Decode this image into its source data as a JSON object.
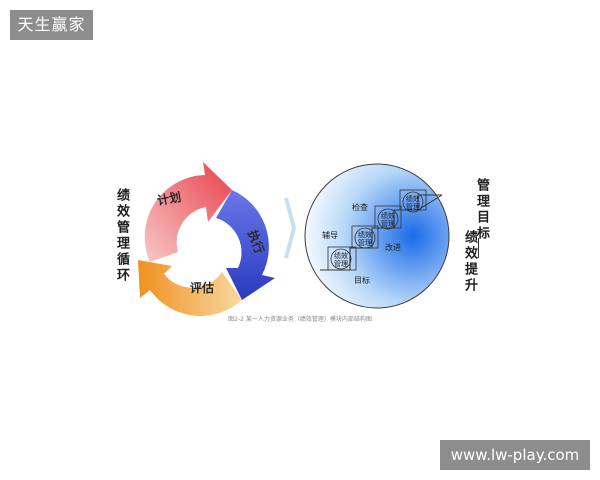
{
  "watermarks": {
    "top_left": "天生赢家",
    "bottom_right": "www.lw-play.com"
  },
  "left_diagram": {
    "side_label": "绩效管理循环",
    "stages": [
      "计划",
      "执行",
      "评估"
    ],
    "colors": {
      "plan": "#e8505a",
      "execute": "#4a5ad8",
      "evaluate": "#f0a030"
    }
  },
  "right_diagram": {
    "side_label_top": "管理目标",
    "side_label_bottom": "绩效提升",
    "steps": [
      "辅导",
      "检查",
      "改进",
      "目标"
    ],
    "circle_text": [
      "绩效",
      "管理"
    ]
  },
  "caption": "图2-2  某一人力资源业务（绩效管理）模块内部结构图"
}
